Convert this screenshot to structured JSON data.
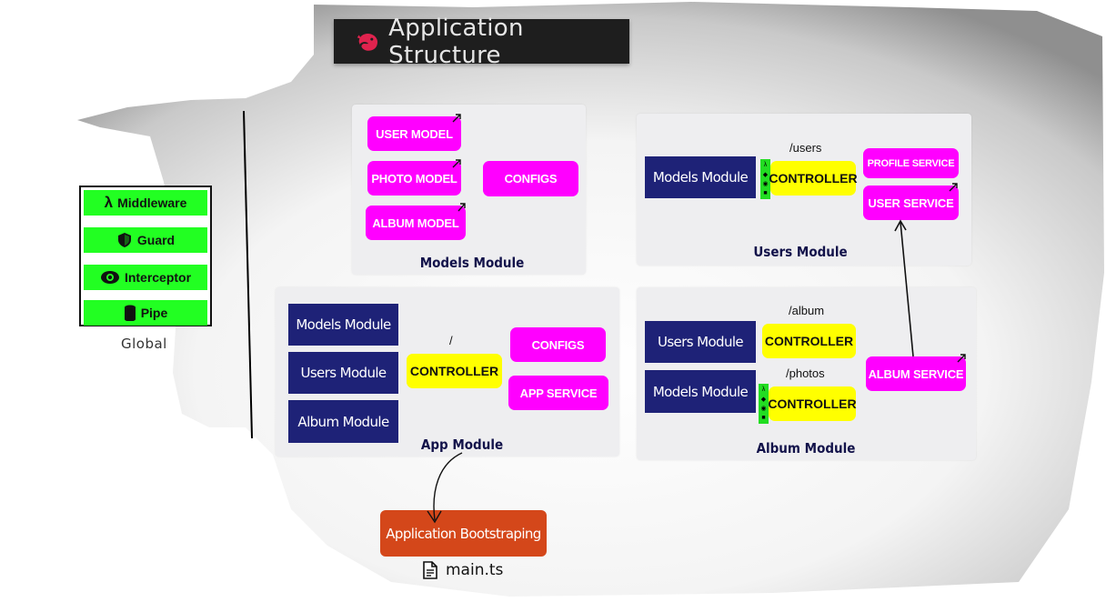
{
  "title": "Application Structure",
  "icons": {
    "logo": "nestjs-logo",
    "middleware": "lambda-icon",
    "guard": "shield-icon",
    "interceptor": "eye-icon",
    "pipe": "cylinder-icon",
    "file": "file-icon"
  },
  "colors": {
    "pink": "#ff00ff",
    "yellow": "#ffff00",
    "navy": "#1e2277",
    "green": "#22ff22",
    "orange": "#d4471a",
    "module_bg": "#eeeef0"
  },
  "global": {
    "items": [
      "Middleware",
      "Guard",
      "Interceptor",
      "Pipe"
    ],
    "label": "Global"
  },
  "models_module": {
    "label": "Models Module",
    "user_model": "USER MODEL",
    "photo_model": "PHOTO MODEL",
    "album_model": "ALBUM MODEL",
    "configs": "CONFIGS"
  },
  "users_module": {
    "label": "Users Module",
    "route": "/users",
    "models_module": "Models Module",
    "controller": "CONTROLLER",
    "profile_service": "PROFILE SERVICE",
    "user_service": "USER SERVICE"
  },
  "app_module": {
    "label": "App Module",
    "route": "/",
    "models_module": "Models Module",
    "users_module": "Users Module",
    "album_module": "Album Module",
    "controller": "CONTROLLER",
    "configs": "CONFIGS",
    "app_service": "APP SERVICE"
  },
  "album_module": {
    "label": "Album Module",
    "route_album": "/album",
    "route_photos": "/photos",
    "users_module": "Users Module",
    "models_module": "Models Module",
    "album_controller": "CONTROLLER",
    "photos_controller": "CONTROLLER",
    "album_service": "ALBUM SERVICE"
  },
  "bootstrap": {
    "label": "Application Bootstraping",
    "file": "main.ts"
  }
}
